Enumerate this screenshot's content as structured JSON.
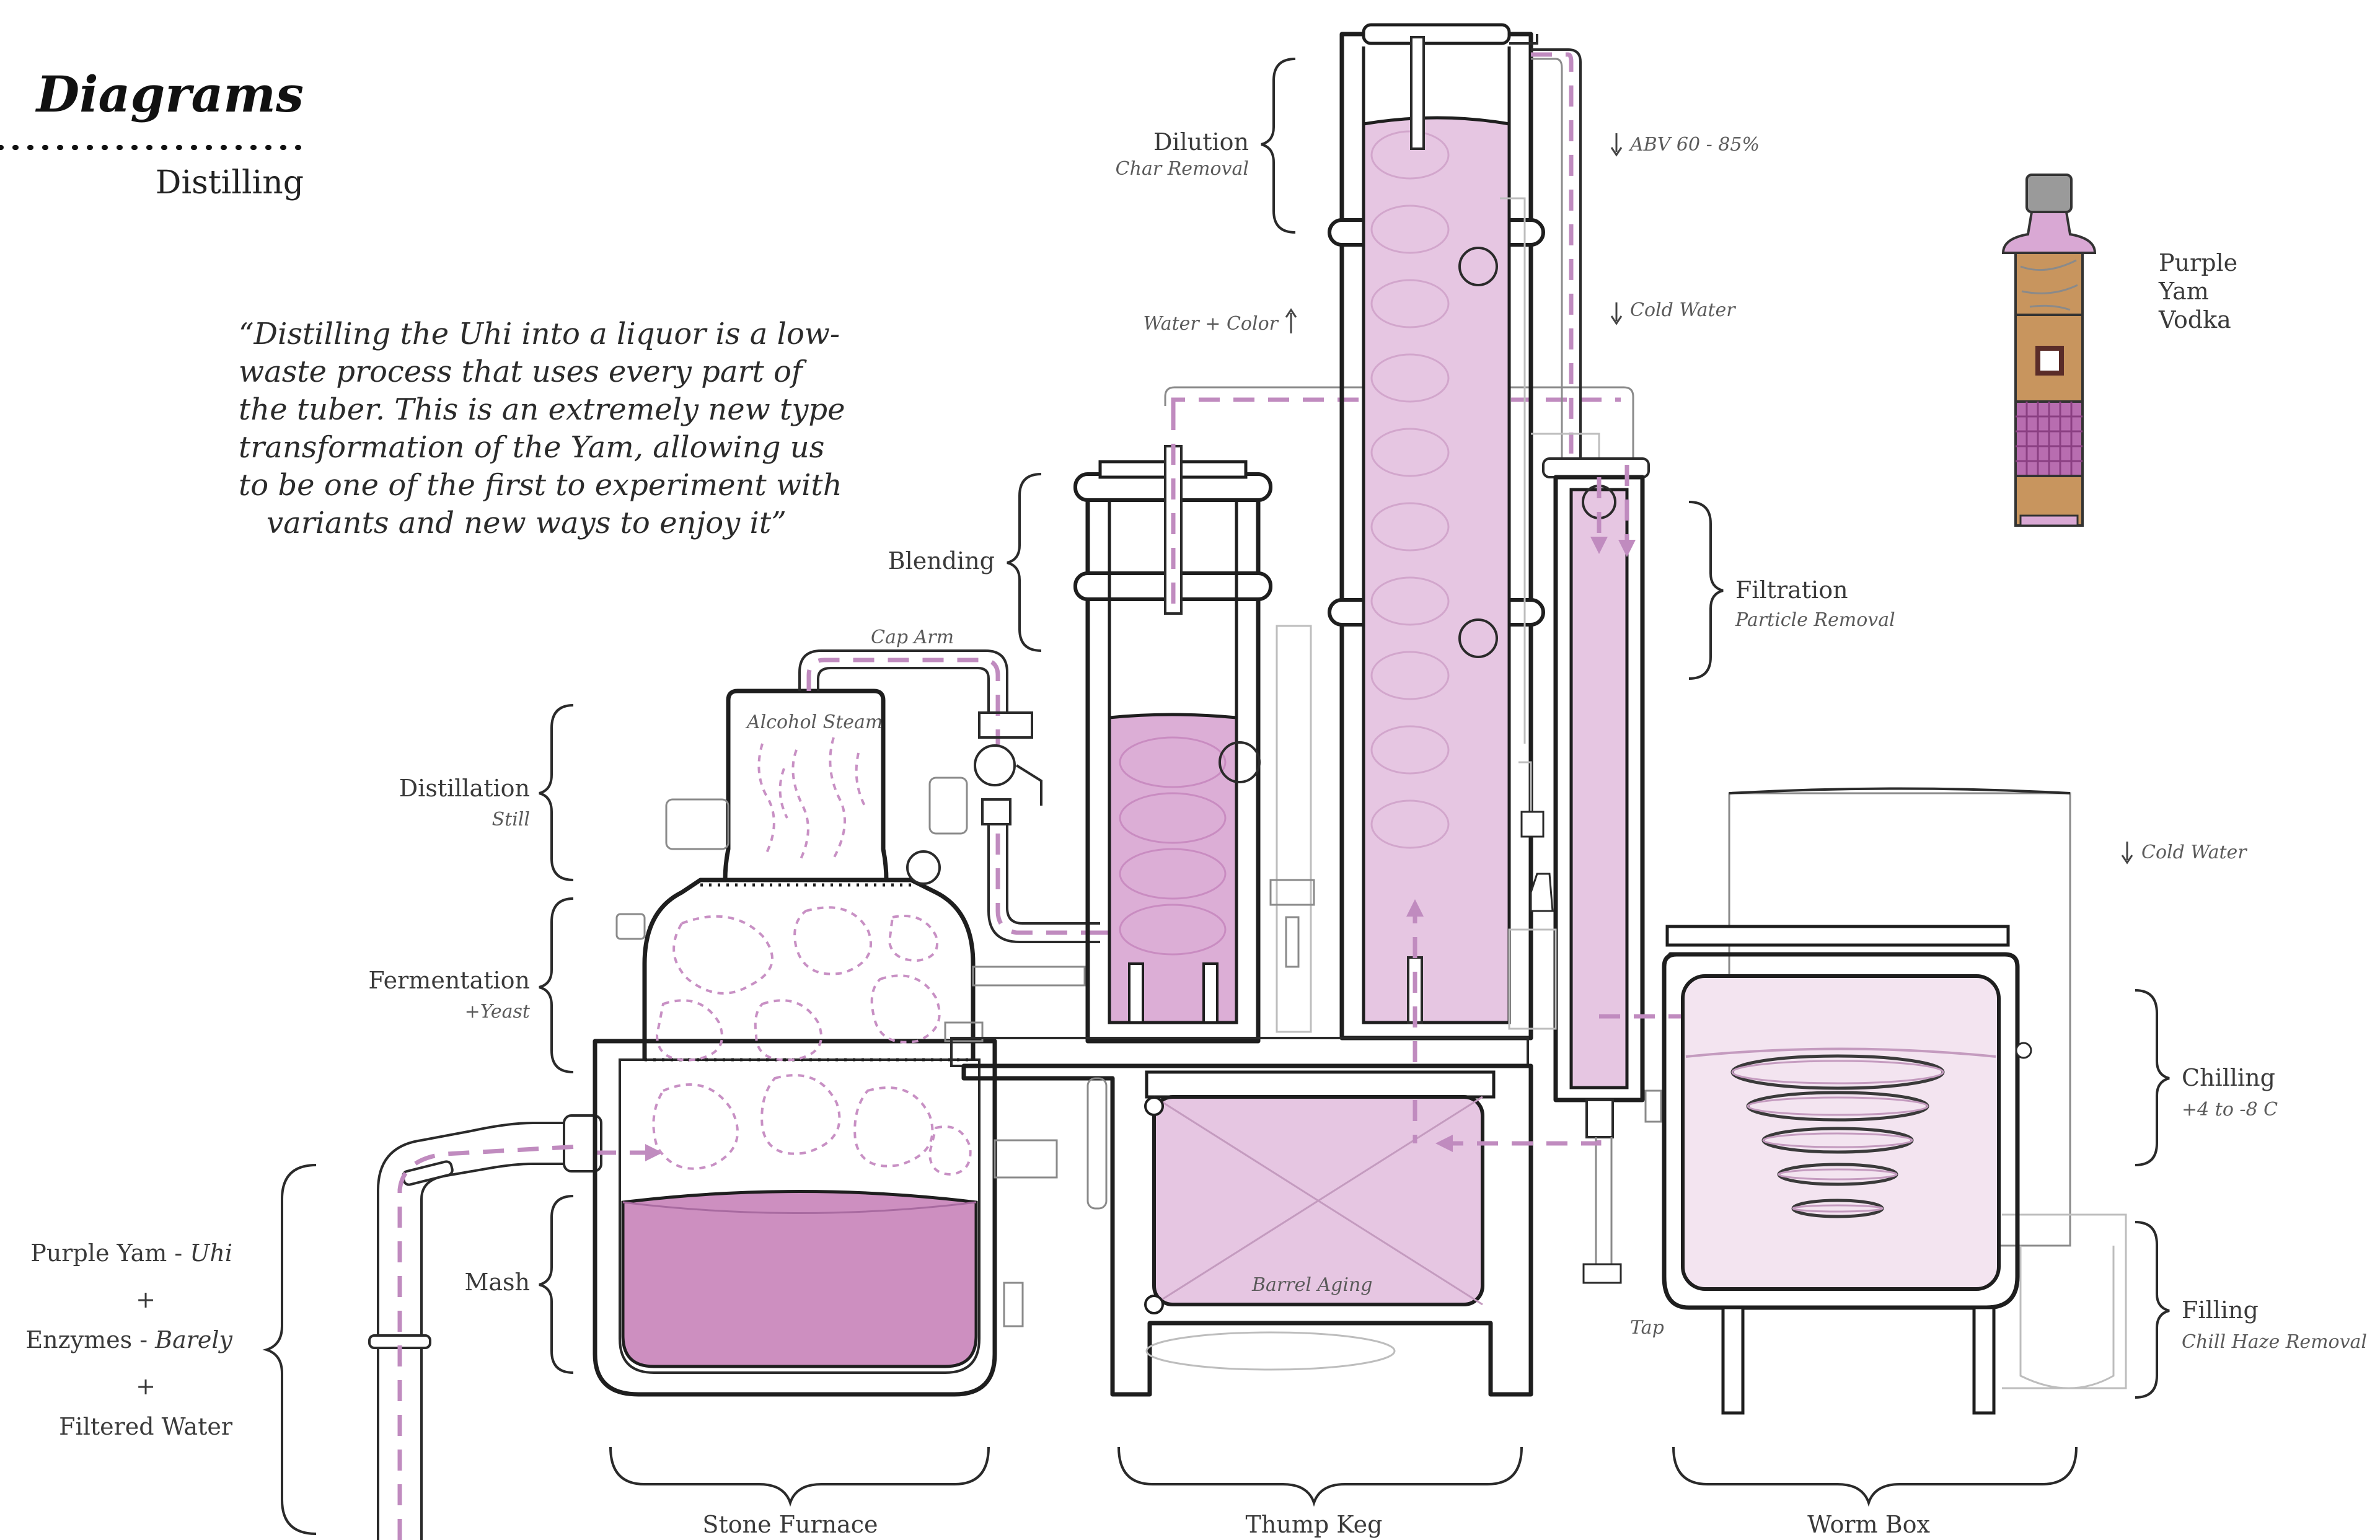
{
  "header": {
    "title": "Diagrams",
    "subtitle": "Distilling"
  },
  "quote": [
    "“Distilling the Uhi into a liquor is a low-",
    "waste process that uses every part of",
    "the tuber. This is an extremely new type",
    "transformation of the Yam, allowing us",
    "to be one of the first to experiment with",
    "variants and new ways to enjoy it”"
  ],
  "ingredients": {
    "yam": "Purple Yam - ",
    "yam_em": "Uhi",
    "plus1": "+",
    "enzymes": "Enzymes - ",
    "enzymes_em": "Barely",
    "plus2": "+",
    "water": "Filtered Water"
  },
  "left_stages": {
    "distillation": {
      "title": "Distillation",
      "sub": "Still"
    },
    "fermentation": {
      "title": "Fermentation",
      "sub": "+Yeast"
    },
    "mash": {
      "title": "Mash"
    }
  },
  "upper_stages": {
    "dilution": {
      "title": "Dilution",
      "sub": "Char Removal"
    },
    "blending": {
      "title": "Blending"
    },
    "filtration": {
      "title": "Filtration",
      "sub": "Particle Removal"
    }
  },
  "right_stages": {
    "chilling": {
      "title": "Chilling",
      "sub": "+4 to -8 C"
    },
    "filling": {
      "title": "Filling",
      "sub": "Chill Haze Removal"
    }
  },
  "callouts": {
    "abv": "ABV 60 - 85%",
    "cold_water_top": "Cold Water",
    "cold_water_right": "Cold Water",
    "water_color": "Water + Color",
    "cap_arm": "Cap Arm",
    "alcohol_steam": "Alcohol Steam",
    "barrel_aging": "Barrel Aging",
    "tap": "Tap"
  },
  "product": {
    "line1": "Purple",
    "line2": "Yam",
    "line3": "Vodka"
  },
  "bottom_labels": {
    "furnace": "Stone Furnace",
    "thump_keg": "Thump Keg",
    "worm_box": "Worm Box"
  },
  "colors": {
    "accent": "#c08bbf",
    "liquid_light": "#e6c6e2",
    "liquid_dark": "#cd8fc0",
    "outline": "#1e1e1e",
    "wood": "#c8955e"
  }
}
